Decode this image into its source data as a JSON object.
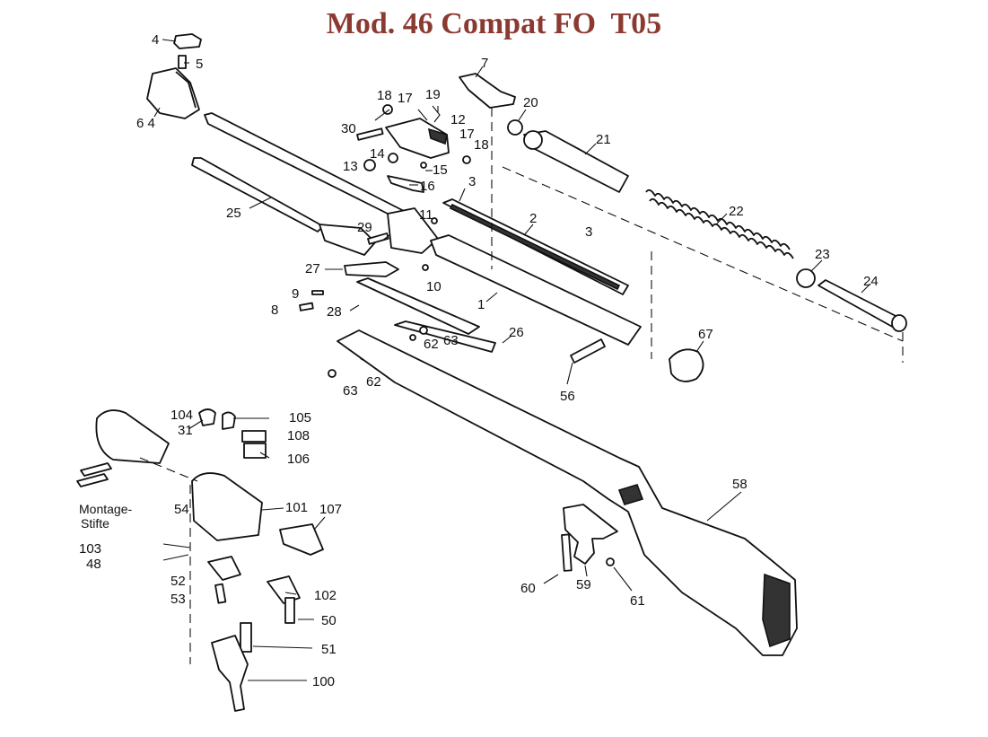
{
  "title": "Mod. 46 Compat FO  T05",
  "callouts": [
    {
      "id": "c4",
      "text": "4"
    },
    {
      "id": "c5",
      "text": "5"
    },
    {
      "id": "c64",
      "text": "6 4"
    },
    {
      "id": "c7",
      "text": "7"
    },
    {
      "id": "c18a",
      "text": "18"
    },
    {
      "id": "c17a",
      "text": "17"
    },
    {
      "id": "c19",
      "text": "19"
    },
    {
      "id": "c20",
      "text": "20"
    },
    {
      "id": "c30",
      "text": "30"
    },
    {
      "id": "c12",
      "text": "12"
    },
    {
      "id": "c17b",
      "text": "17"
    },
    {
      "id": "c18b",
      "text": "18"
    },
    {
      "id": "c21",
      "text": "21"
    },
    {
      "id": "c13",
      "text": "13"
    },
    {
      "id": "c14",
      "text": "14"
    },
    {
      "id": "c15",
      "text": "15"
    },
    {
      "id": "c16",
      "text": "16"
    },
    {
      "id": "c3a",
      "text": "3"
    },
    {
      "id": "c25",
      "text": "25"
    },
    {
      "id": "c11",
      "text": "11"
    },
    {
      "id": "c2",
      "text": "2"
    },
    {
      "id": "c22",
      "text": "22"
    },
    {
      "id": "c29",
      "text": "29"
    },
    {
      "id": "c3b",
      "text": "3"
    },
    {
      "id": "c23",
      "text": "23"
    },
    {
      "id": "c27",
      "text": "27"
    },
    {
      "id": "c10",
      "text": "10"
    },
    {
      "id": "c24",
      "text": "24"
    },
    {
      "id": "c9",
      "text": "9"
    },
    {
      "id": "c1",
      "text": "1"
    },
    {
      "id": "c8",
      "text": "8"
    },
    {
      "id": "c28",
      "text": "28"
    },
    {
      "id": "c26",
      "text": "26"
    },
    {
      "id": "c62a",
      "text": "62"
    },
    {
      "id": "c63a",
      "text": "63"
    },
    {
      "id": "c67",
      "text": "67"
    },
    {
      "id": "c62b",
      "text": "62"
    },
    {
      "id": "c63b",
      "text": "63"
    },
    {
      "id": "c56",
      "text": "56"
    },
    {
      "id": "c104",
      "text": "104"
    },
    {
      "id": "c105",
      "text": "105"
    },
    {
      "id": "c31",
      "text": "31"
    },
    {
      "id": "c108",
      "text": "108"
    },
    {
      "id": "c106",
      "text": "106"
    },
    {
      "id": "c58",
      "text": "58"
    },
    {
      "id": "cMontage",
      "text": "Montage-"
    },
    {
      "id": "cStifte",
      "text": "Stifte"
    },
    {
      "id": "c101",
      "text": "101"
    },
    {
      "id": "c107",
      "text": "107"
    },
    {
      "id": "c54",
      "text": "54"
    },
    {
      "id": "c103",
      "text": "103"
    },
    {
      "id": "c48",
      "text": "48"
    },
    {
      "id": "c52",
      "text": "52"
    },
    {
      "id": "c102",
      "text": "102"
    },
    {
      "id": "c60",
      "text": "60"
    },
    {
      "id": "c59",
      "text": "59"
    },
    {
      "id": "c53",
      "text": "53"
    },
    {
      "id": "c61",
      "text": "61"
    },
    {
      "id": "c50",
      "text": "50"
    },
    {
      "id": "c51",
      "text": "51"
    },
    {
      "id": "c100",
      "text": "100"
    }
  ]
}
